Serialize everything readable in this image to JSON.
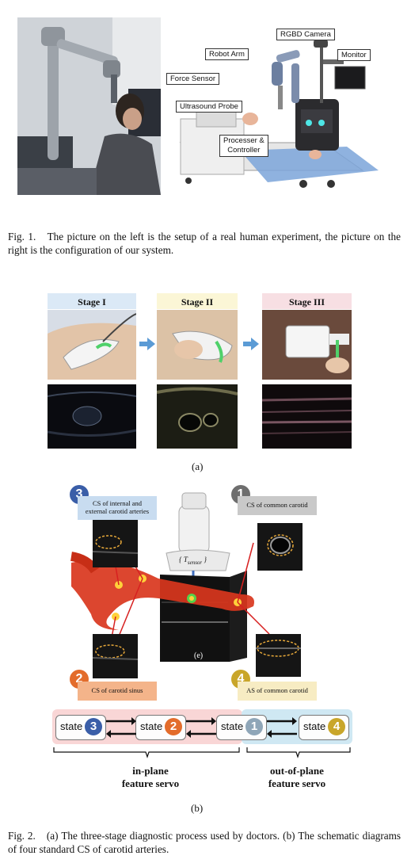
{
  "fig1": {
    "labels": {
      "rgbd_camera": "RGBD Camera",
      "robot_arm": "Robot Arm",
      "monitor": "Monitor",
      "force_sensor": "Force Sensor",
      "ultrasound_probe": "Ultrasound Probe",
      "processer": "Processer &",
      "controller": "Controller"
    },
    "caption_label": "Fig. 1.",
    "caption_text": "The picture on the left is the setup of a real human experiment, the picture on the right is the configuration of our system."
  },
  "fig2a": {
    "stages": [
      "Stage I",
      "Stage II",
      "Stage III"
    ],
    "sublabel": "(a)",
    "colors": {
      "stage1": "#dbe9f6",
      "stage2": "#fbf6d6",
      "stage3": "#f7dfe3",
      "arrow": "#5b9bd5"
    }
  },
  "fig2b": {
    "cs": [
      {
        "num": "3",
        "text1": "CS of internal and",
        "text2": "external carotid arteries",
        "color": "#3a5ea8"
      },
      {
        "num": "1",
        "text1": "CS of common carotid",
        "text2": "",
        "color": "#6e6e6e"
      },
      {
        "num": "2",
        "text1": "CS of carotid sinus",
        "text2": "",
        "color": "#e36c2b"
      },
      {
        "num": "4",
        "text1": "AS of common carotid",
        "text2": "",
        "color": "#c9a62a"
      }
    ],
    "frame_label": "{ T",
    "frame_sub": "sensor",
    "frame_close": " }",
    "image_label": "(e)",
    "states": [
      {
        "word": "state",
        "num": "3",
        "color": "#3a5ea8"
      },
      {
        "word": "state",
        "num": "2",
        "color": "#e36c2b"
      },
      {
        "word": "state",
        "num": "1",
        "color": "#8fa6b8"
      },
      {
        "word": "state",
        "num": "4",
        "color": "#c9a62a"
      }
    ],
    "left_label1": "in-plane",
    "left_label2": "feature servo",
    "right_label1": "out-of-plane",
    "right_label2": "feature servo",
    "sublabel": "(b)"
  },
  "fig2_caption": {
    "label": "Fig. 2.",
    "text": "(a) The three-stage diagnostic process used by doctors. (b) The schematic diagrams of four standard CS of carotid arteries."
  }
}
